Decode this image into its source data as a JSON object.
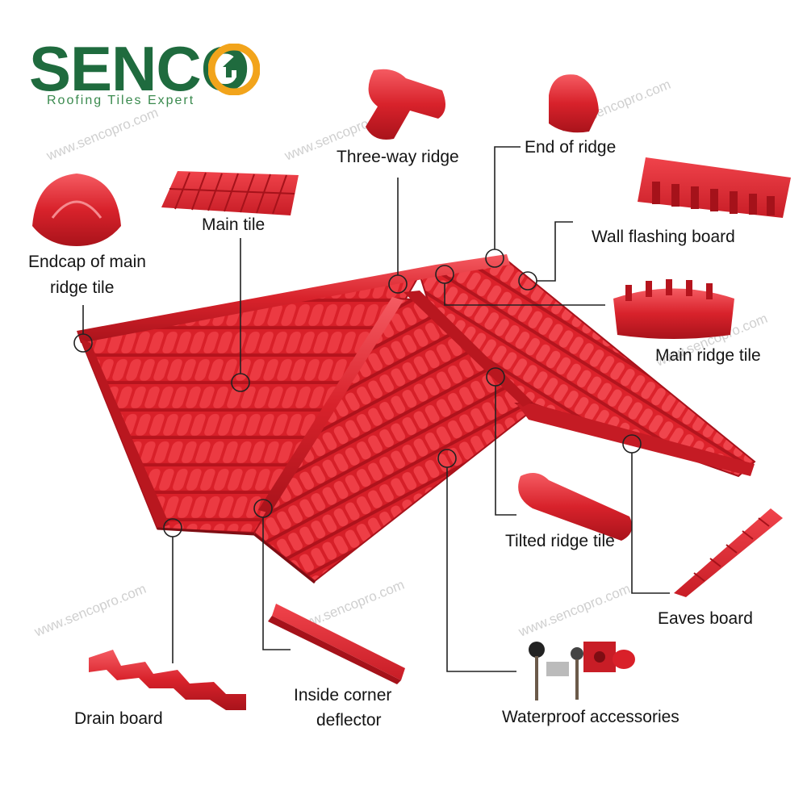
{
  "logo": {
    "wordmark": "SENCO",
    "tagline": "Roofing Tiles Expert"
  },
  "watermark": "www.sencopro.com",
  "colors": {
    "tile": "#e3262f",
    "tile_dark": "#b3151e",
    "tile_light": "#f2525a",
    "brand_green": "#1f6b3e",
    "brand_orange": "#f2a41b",
    "leader": "#222222"
  },
  "labels": {
    "three_way_ridge": "Three-way ridge",
    "end_of_ridge": "End of ridge",
    "wall_flashing_board": "Wall flashing board",
    "main_tile": "Main tile",
    "endcap_line1": "Endcap of main",
    "endcap_line2": "ridge tile",
    "main_ridge_tile": "Main ridge tile",
    "tilted_ridge_tile": "Tilted ridge tile",
    "eaves_board": "Eaves board",
    "drain_board": "Drain board",
    "inside_corner_line1": "Inside corner",
    "inside_corner_line2": "deflector",
    "waterproof_accessories": "Waterproof accessories"
  }
}
